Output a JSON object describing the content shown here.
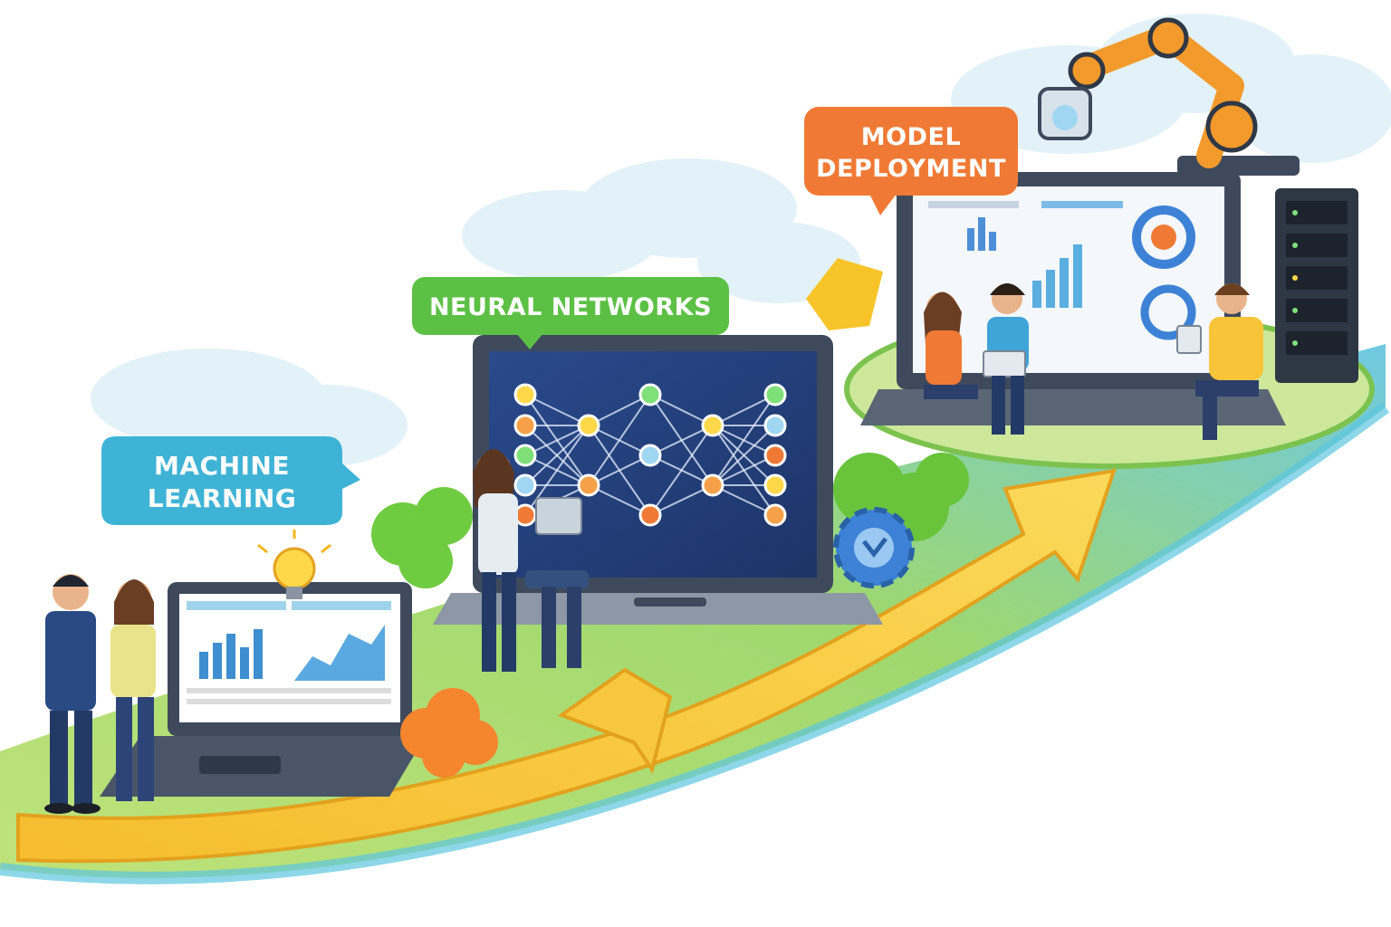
{
  "stages": [
    {
      "id": "machine-learning",
      "lines": [
        "MACHINE",
        "LEARNING"
      ],
      "color": "#3fb3d6"
    },
    {
      "id": "neural-networks",
      "lines": [
        "NEURAL NETWORKS"
      ],
      "color": "#5cc045"
    },
    {
      "id": "model-deployment",
      "lines": [
        "MODEL",
        "DEPLOYMENT"
      ],
      "color": "#f07a35"
    }
  ],
  "colors": {
    "arrow": "#f8c53a",
    "arrow_dark": "#e9a623",
    "ground_green": "#a6d96a",
    "ground_blue": "#7fd0e4",
    "screen_dark": "#2c4a86",
    "laptop_frame": "#3e4a5c",
    "robot_orange": "#f39a2c"
  },
  "icons": [
    "lightbulb-icon",
    "gear-icon",
    "robot-arm-icon",
    "server-rack-icon",
    "neural-node-icon"
  ]
}
